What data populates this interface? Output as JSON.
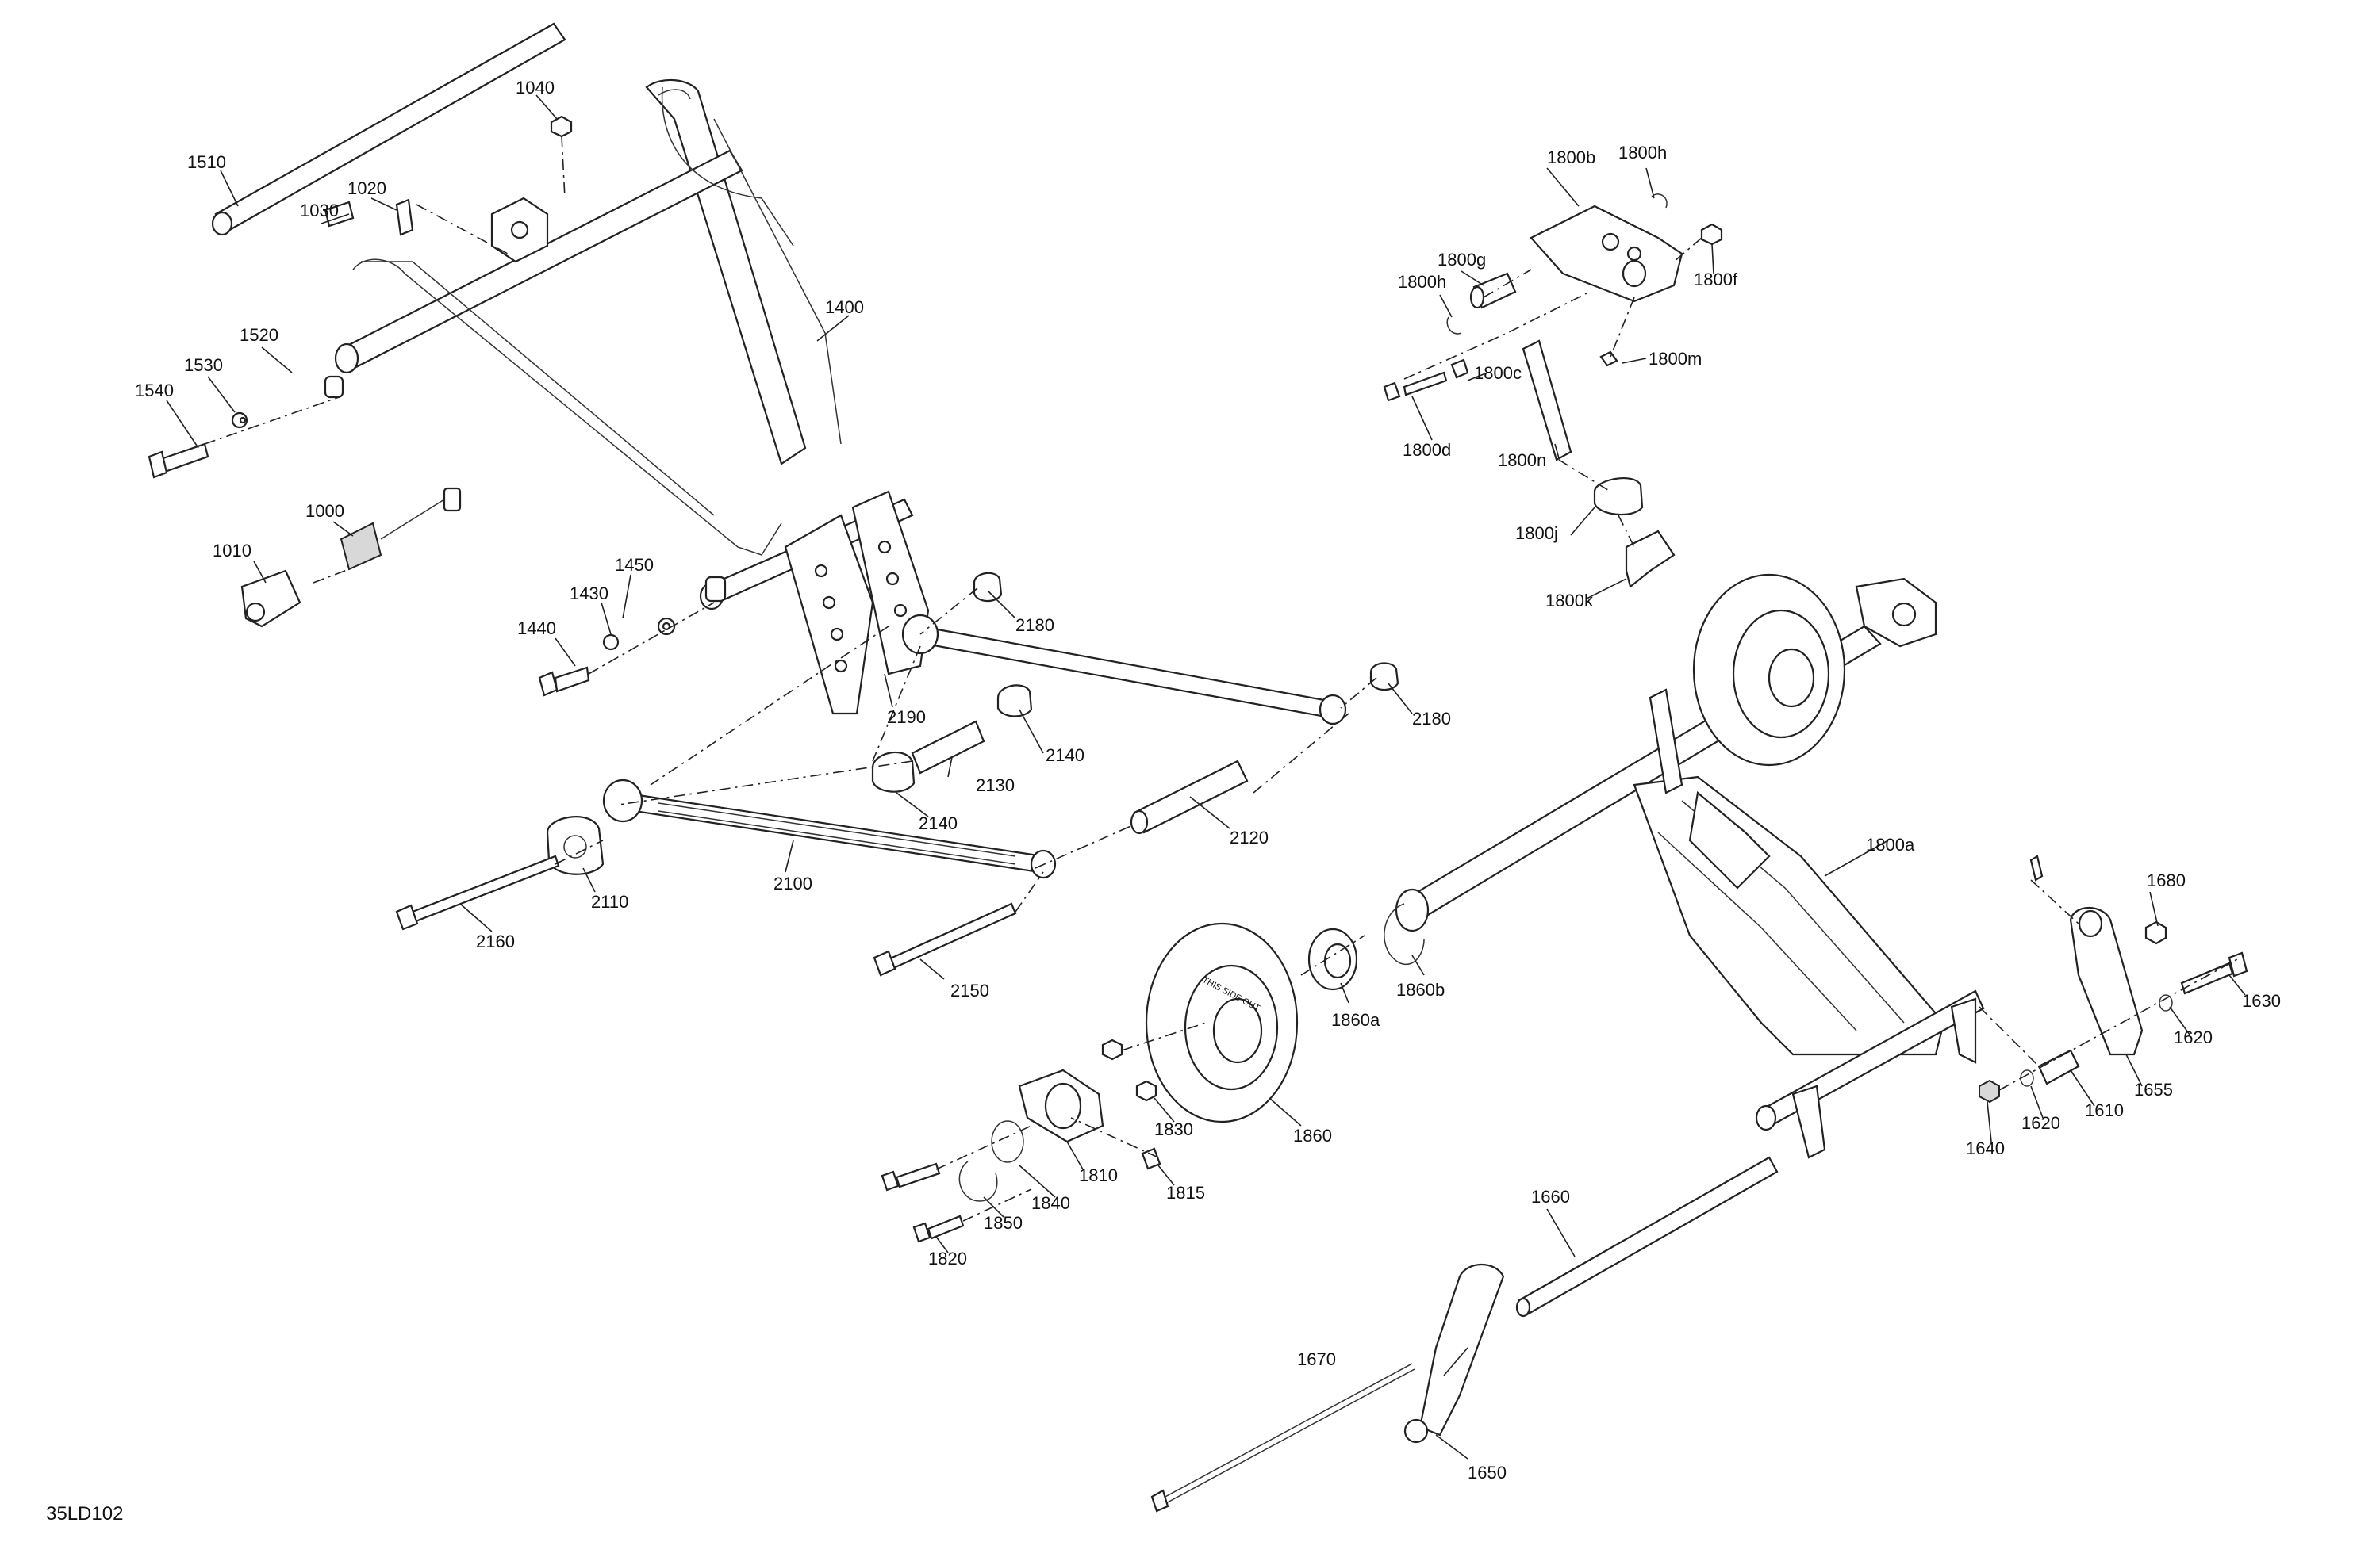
{
  "figure_code": "35LD102",
  "parts": {
    "p1000": "1000",
    "p1010": "1010",
    "p1020": "1020",
    "p1030": "1030",
    "p1040": "1040",
    "p1400": "1400",
    "p1430": "1430",
    "p1440": "1440",
    "p1450": "1450",
    "p1510": "1510",
    "p1520": "1520",
    "p1530": "1530",
    "p1540": "1540",
    "p1610": "1610",
    "p1620a": "1620",
    "p1620b": "1620",
    "p1630": "1630",
    "p1640": "1640",
    "p1650": "1650",
    "p1655": "1655",
    "p1660": "1660",
    "p1670": "1670",
    "p1680": "1680",
    "p1800a": "1800a",
    "p1800b": "1800b",
    "p1800c": "1800c",
    "p1800d": "1800d",
    "p1800f": "1800f",
    "p1800g": "1800g",
    "p1800h1": "1800h",
    "p1800h2": "1800h",
    "p1800j": "1800j",
    "p1800k": "1800k",
    "p1800m": "1800m",
    "p1800n": "1800n",
    "p1810": "1810",
    "p1815": "1815",
    "p1820": "1820",
    "p1830": "1830",
    "p1840": "1840",
    "p1850": "1850",
    "p1860": "1860",
    "p1860a": "1860a",
    "p1860b": "1860b",
    "p2100": "2100",
    "p2110": "2110",
    "p2120": "2120",
    "p2130": "2130",
    "p2140a": "2140",
    "p2140b": "2140",
    "p2150": "2150",
    "p2160": "2160",
    "p2180a": "2180",
    "p2180b": "2180",
    "p2190": "2190"
  },
  "wheel_marking": "THIS SIDE OUT"
}
